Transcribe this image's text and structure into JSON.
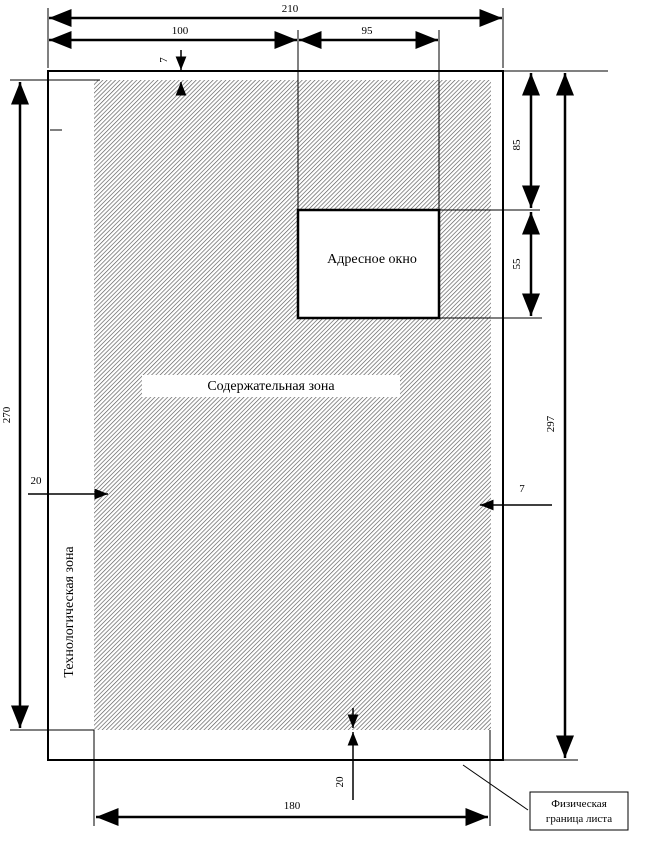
{
  "dimensions": {
    "sheet_width": "210",
    "left_part": "100",
    "window_width": "95",
    "top_margin": "7",
    "window_top": "85",
    "window_height": "55",
    "sheet_height": "297",
    "zone_height": "270",
    "left_margin": "20",
    "right_margin": "7",
    "bottom_margin": "20",
    "zone_width": "180"
  },
  "labels": {
    "address_window": "Адресное окно",
    "content_zone": "Содержательная зона",
    "tech_zone": "Технологическая зона",
    "physical_border_line1": "Физическая",
    "physical_border_line2": "граница листа"
  },
  "colors": {
    "line": "#000000",
    "hatch": "#555555",
    "background": "#ffffff"
  }
}
